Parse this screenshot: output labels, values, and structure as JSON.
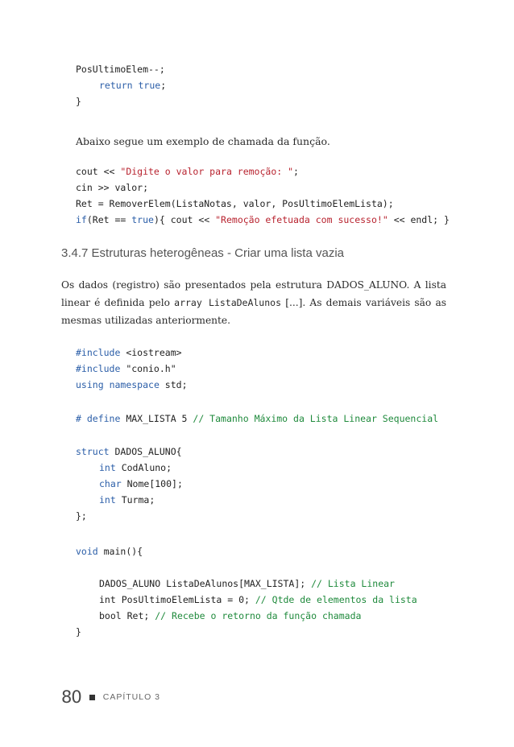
{
  "code1": [
    {
      "indent": false,
      "parts": [
        [
          "t",
          "PosUltimoElem--;"
        ]
      ]
    },
    {
      "indent": true,
      "parts": [
        [
          "kw",
          "return"
        ],
        [
          "t",
          " "
        ],
        [
          "kw",
          "true"
        ],
        [
          "t",
          ";"
        ]
      ]
    },
    {
      "indent": false,
      "parts": [
        [
          "t",
          "}"
        ]
      ]
    }
  ],
  "paragraph1": "Abaixo segue um exemplo de chamada da função.",
  "code2": [
    {
      "indent": false,
      "parts": [
        [
          "t",
          "cout << "
        ],
        [
          "str",
          "\"Digite o valor para remoção: \""
        ],
        [
          "t",
          ";"
        ]
      ]
    },
    {
      "indent": false,
      "parts": [
        [
          "t",
          "cin >> valor;"
        ]
      ]
    },
    {
      "indent": false,
      "parts": [
        [
          "t",
          "Ret = RemoverElem(ListaNotas, valor, PosUltimoElemLista);"
        ]
      ]
    },
    {
      "indent": false,
      "parts": [
        [
          "kw",
          "if"
        ],
        [
          "t",
          "(Ret == "
        ],
        [
          "kw",
          "true"
        ],
        [
          "t",
          "){ cout << "
        ],
        [
          "str",
          "\"Remoção efetuada com sucesso!\""
        ],
        [
          "t",
          " << endl; }"
        ]
      ]
    }
  ],
  "section_heading": "3.4.7  Estruturas heterogêneas - Criar uma lista vazia",
  "paragraph2": {
    "before": "Os dados (registro) são presentados pela estrutura DADOS_ALUNO. A lista linear é definida pelo ",
    "mono": "array ListaDeAlunos",
    "after": " [...]. As demais variáveis são as mesmas utilizadas anteriormente."
  },
  "code3": [
    {
      "indent": false,
      "parts": [
        [
          "kw",
          "#include"
        ],
        [
          "t",
          " <iostream>"
        ]
      ]
    },
    {
      "indent": false,
      "parts": [
        [
          "kw",
          "#include"
        ],
        [
          "t",
          " \"conio.h\""
        ]
      ]
    },
    {
      "indent": false,
      "parts": [
        [
          "kw",
          "using"
        ],
        [
          "t",
          " "
        ],
        [
          "kw",
          "namespace"
        ],
        [
          "t",
          " std;"
        ]
      ]
    }
  ],
  "code4": [
    {
      "indent": false,
      "parts": [
        [
          "kw",
          "# define"
        ],
        [
          "t",
          " MAX_LISTA 5 "
        ],
        [
          "cm",
          "// Tamanho Máximo da Lista Linear Sequencial"
        ]
      ]
    }
  ],
  "code5": [
    {
      "indent": false,
      "parts": [
        [
          "kw",
          "struct"
        ],
        [
          "t",
          " DADOS_ALUNO{"
        ]
      ]
    },
    {
      "indent": true,
      "parts": [
        [
          "kw",
          "int"
        ],
        [
          "t",
          " CodAluno;"
        ]
      ]
    },
    {
      "indent": true,
      "parts": [
        [
          "kw",
          "char"
        ],
        [
          "t",
          " Nome[100];"
        ]
      ]
    },
    {
      "indent": true,
      "parts": [
        [
          "kw",
          "int"
        ],
        [
          "t",
          " Turma;"
        ]
      ]
    },
    {
      "indent": false,
      "parts": [
        [
          "t",
          "};"
        ]
      ]
    }
  ],
  "code6": [
    {
      "indent": false,
      "parts": [
        [
          "kw",
          "void"
        ],
        [
          "t",
          " main(){"
        ]
      ]
    }
  ],
  "code7": [
    {
      "indent": true,
      "parts": [
        [
          "t",
          "DADOS_ALUNO ListaDeAlunos[MAX_LISTA]; "
        ],
        [
          "cm",
          "// Lista Linear"
        ]
      ]
    },
    {
      "indent": true,
      "parts": [
        [
          "t",
          "int PosUltimoElemLista = 0; "
        ],
        [
          "cm",
          "// Qtde de elementos da lista"
        ]
      ]
    },
    {
      "indent": true,
      "parts": [
        [
          "t",
          "bool Ret; "
        ],
        [
          "cm",
          "// Recebe o retorno da função chamada"
        ]
      ]
    },
    {
      "indent": false,
      "parts": [
        [
          "t",
          "}"
        ]
      ]
    }
  ],
  "footer": {
    "page_number": "80",
    "chapter": "CAPÍTULO 3"
  }
}
